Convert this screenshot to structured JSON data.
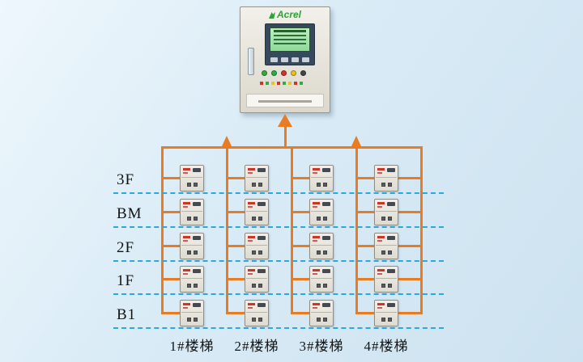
{
  "panel": {
    "brand": "Acrel"
  },
  "floors": [
    "3F",
    "BM",
    "2F",
    "1F",
    "B1"
  ],
  "stairs": [
    "1#楼梯",
    "2#楼梯",
    "3#楼梯",
    "4#楼梯"
  ],
  "colors": {
    "background": "#d9ebf6",
    "bus": "#e97b23",
    "floor_line": "#2aa9e0",
    "brand_green": "#2ea13a",
    "device_logo_red": "#c9372c"
  }
}
